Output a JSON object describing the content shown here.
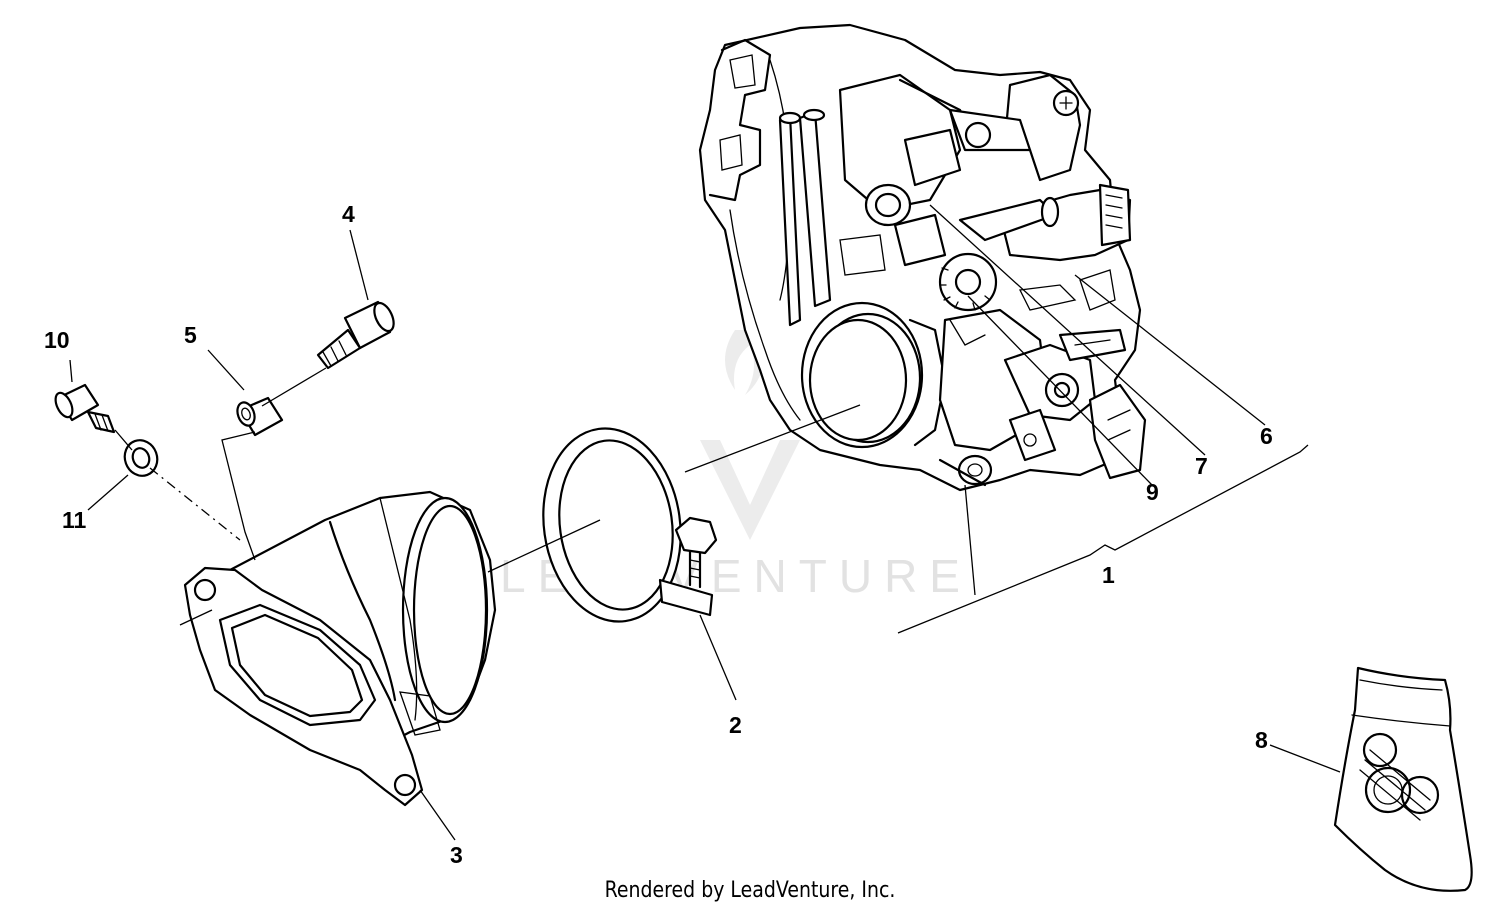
{
  "watermark": "LEADVENTURE",
  "footer": "Rendered by LeadVenture, Inc.",
  "callouts": {
    "c1": "1",
    "c2": "2",
    "c3": "3",
    "c4": "4",
    "c5": "5",
    "c6": "6",
    "c7": "7",
    "c8": "8",
    "c9": "9",
    "c10": "10",
    "c11": "11"
  },
  "parts": [
    "throttle-body-assembly",
    "clamp",
    "intake-boot",
    "cap-screw",
    "dowel-sleeve",
    "sensor",
    "idle-valve",
    "decal",
    "throttle-position-sensor",
    "screw",
    "washer"
  ]
}
